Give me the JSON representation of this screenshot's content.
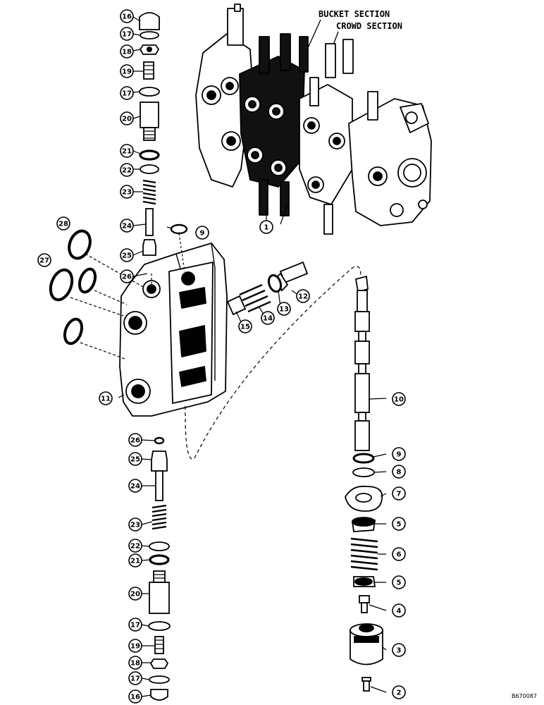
{
  "titles": {
    "bucket_section": "BUCKET SECTION",
    "crowd_section": "CROWD SECTION"
  },
  "drawing_number": "B670087",
  "callouts": {
    "top": [
      "16",
      "17",
      "18",
      "19",
      "17",
      "20",
      "21",
      "22",
      "23",
      "24",
      "25",
      "26"
    ],
    "body": [
      "28",
      "27",
      "9",
      "11",
      "12",
      "13",
      "14",
      "15"
    ],
    "spool": [
      "10",
      "9",
      "8",
      "7",
      "5",
      "6",
      "5",
      "4",
      "3",
      "2"
    ],
    "bottom": [
      "26",
      "25",
      "24",
      "23",
      "22",
      "21",
      "20",
      "17",
      "19",
      "18",
      "17",
      "16"
    ],
    "assembly": [
      "1"
    ]
  },
  "colors": {
    "ink": "#000000",
    "paper": "#ffffff",
    "section_fill": "#111111"
  }
}
